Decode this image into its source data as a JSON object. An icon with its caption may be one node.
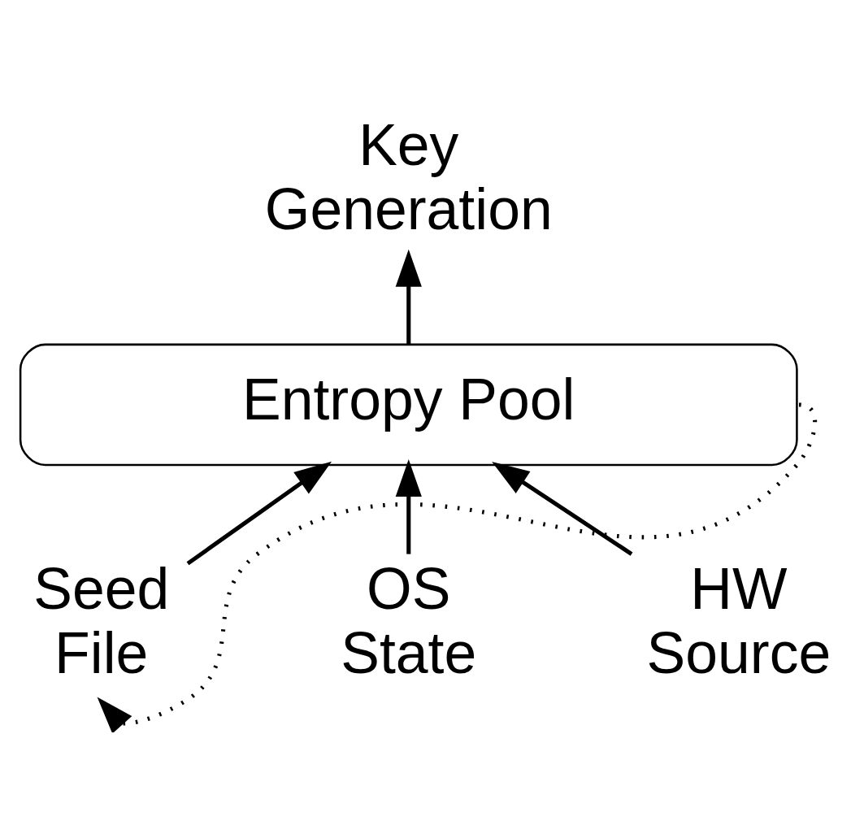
{
  "diagram": {
    "nodes": [
      {
        "text": [
          "Key Generation"
        ]
      },
      {
        "text": [
          "Entropy Pool"
        ]
      },
      {
        "text": [
          "OS State"
        ]
      },
      {
        "text": [
          "Seed File"
        ]
      },
      {
        "text": [
          "HW Source"
        ]
      }
    ],
    "edges": [
      {
        "from": 1,
        "to": 0,
        "arrow": "to"
      },
      {
        "from": 2,
        "to": 1,
        "arrow": "to"
      },
      {
        "from": 3,
        "to": 1,
        "arrow": "to"
      },
      {
        "from": 4,
        "to": 1,
        "arrow": "to"
      },
      {
        "from": 1,
        "to": 3,
        "arrow": "to",
        "style": "dashed"
      }
    ]
  }
}
